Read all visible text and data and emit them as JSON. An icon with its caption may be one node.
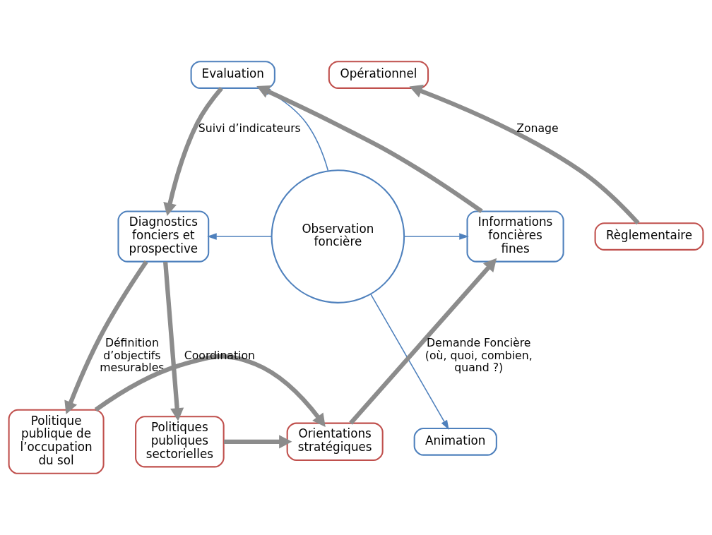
{
  "diagram": {
    "nodes": [
      {
        "text": [
          "Evaluation"
        ]
      },
      {
        "text": [
          "Opérationnel"
        ]
      },
      {
        "text": [
          "Diagnostics fonciers et prospective"
        ]
      },
      {
        "text": [
          "Observation foncière"
        ]
      },
      {
        "text": [
          "Informations foncières fines"
        ]
      },
      {
        "text": [
          "Règlementaire"
        ]
      },
      {
        "text": [
          "Animation"
        ]
      },
      {
        "text": [
          "Politique publique de l’occupation du sol"
        ]
      },
      {
        "text": [
          "Politiques publiques sectorielles"
        ]
      },
      {
        "text": [
          "Orientations stratégiques"
        ]
      }
    ],
    "edges": [
      {
        "from": 3,
        "to": 0,
        "arrow": "to",
        "color": "#4f81bd"
      },
      {
        "from": 3,
        "to": 2,
        "arrow": "to",
        "color": "#4f81bd"
      },
      {
        "from": 3,
        "to": 4,
        "arrow": "to",
        "color": "#4f81bd"
      },
      {
        "from": 3,
        "to": 6,
        "arrow": "to",
        "color": "#4f81bd"
      },
      {
        "from": 0,
        "to": 2,
        "arrow": "to",
        "label": "Suivi d’indicateurs"
      },
      {
        "from": 2,
        "to": 7,
        "arrow": "to",
        "label": "Définition d’objectifs mesurables"
      },
      {
        "from": 2,
        "to": 8,
        "arrow": "to"
      },
      {
        "from": 7,
        "to": 9,
        "arrow": "to",
        "label": "Coordination"
      },
      {
        "from": 8,
        "to": 9,
        "arrow": "to"
      },
      {
        "from": 9,
        "to": 4,
        "arrow": "to",
        "label": "Demande Foncière (où, quoi, combien, quand ?)"
      },
      {
        "from": 4,
        "to": 0,
        "arrow": "to"
      },
      {
        "from": 5,
        "to": 1,
        "arrow": "to",
        "label": "Zonage"
      }
    ]
  }
}
